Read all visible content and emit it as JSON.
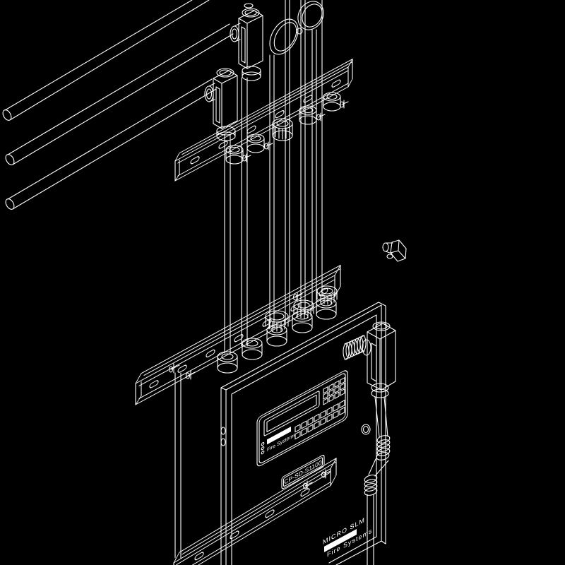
{
  "colors": {
    "background": "#000000",
    "line": "#ffffff"
  },
  "panel": {
    "model_label": "CP-SD-S1100",
    "keypad_caption": "Fire Systems"
  },
  "nameplate": {
    "product": "MICRO SLM",
    "caption": "Fire Systems"
  }
}
